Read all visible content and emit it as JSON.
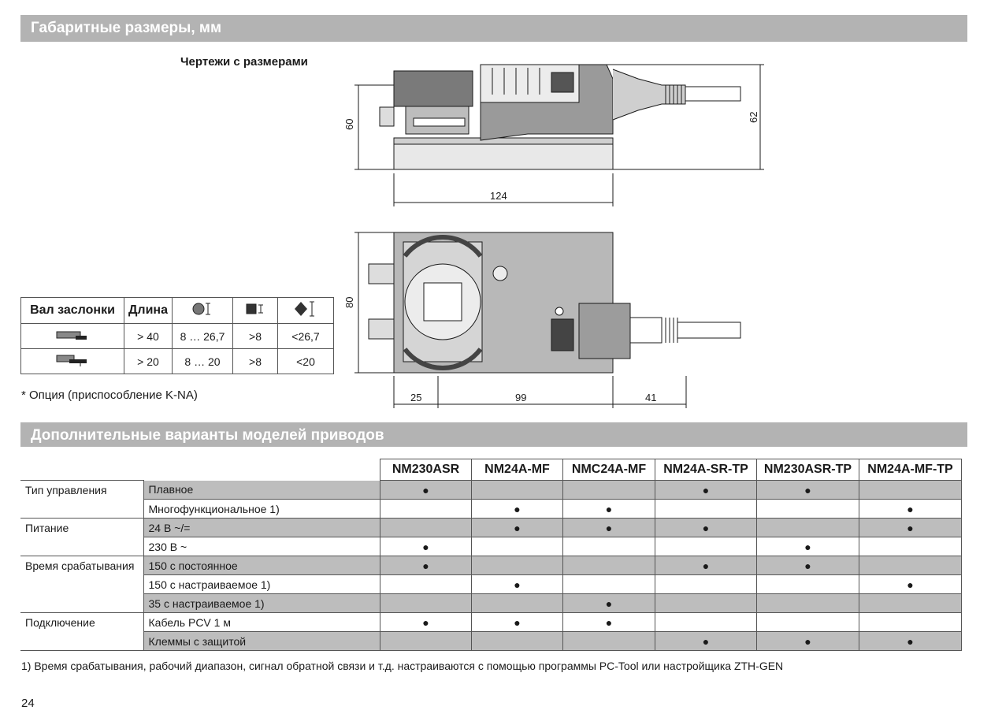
{
  "section1": {
    "title": "Габаритные размеры, мм",
    "subtitle": "Чертежи с размерами"
  },
  "drawing_top": {
    "dim_height_left": "60",
    "dim_height_right": "62",
    "dim_width": "124"
  },
  "drawing_bottom": {
    "dim_height": "80",
    "dim_left": "25",
    "dim_mid": "99",
    "dim_right": "41"
  },
  "shaft_table": {
    "headers": [
      "Вал заслонки",
      "Длина"
    ],
    "icons": [
      "round-shaft-icon",
      "square-shaft-icon",
      "diamond-shaft-icon"
    ],
    "rows": [
      {
        "length": "> 40",
        "round": "8 … 26,7",
        "square": ">8",
        "diamond": "<26,7"
      },
      {
        "length": "> 20",
        "round": "8 … 20",
        "square": ">8",
        "diamond": "<20"
      }
    ]
  },
  "option_note": "* Опция (приспособление K-NA)",
  "section2": {
    "title": "Дополнительные варианты моделей приводов"
  },
  "models": {
    "columns": [
      "NM230ASR",
      "NM24A-MF",
      "NMC24A-MF",
      "NM24A-SR-TP",
      "NM230ASR-TP",
      "NM24A-MF-TP"
    ],
    "rows": [
      {
        "category": "Тип управления",
        "option": "Плавное",
        "marks": [
          true,
          false,
          false,
          true,
          true,
          false
        ]
      },
      {
        "category": "",
        "option": "Многофункциональное  1)",
        "marks": [
          false,
          true,
          true,
          false,
          false,
          true
        ]
      },
      {
        "category": "Питание",
        "option": "24 В ~/=",
        "marks": [
          false,
          true,
          true,
          true,
          false,
          true
        ]
      },
      {
        "category": "",
        "option": "230 В ~",
        "marks": [
          true,
          false,
          false,
          false,
          true,
          false
        ]
      },
      {
        "category": "Время срабатывания",
        "option": "150 с  постоянное",
        "marks": [
          true,
          false,
          false,
          true,
          true,
          false
        ]
      },
      {
        "category": "",
        "option": "150 с настраиваемое 1)",
        "marks": [
          false,
          true,
          false,
          false,
          false,
          true
        ]
      },
      {
        "category": "",
        "option": "35 с настраиваемое 1)",
        "marks": [
          false,
          false,
          true,
          false,
          false,
          false
        ]
      },
      {
        "category": "Подключение",
        "option": "Кабель PCV 1 м",
        "marks": [
          true,
          true,
          true,
          false,
          false,
          false
        ]
      },
      {
        "category": "",
        "option": "Клеммы с защитой",
        "marks": [
          false,
          false,
          false,
          true,
          true,
          true
        ]
      }
    ],
    "mark_symbol": "●"
  },
  "footnote": "1) Время срабатывания, рабочий диапазон, сигнал обратной связи и т.д. настраиваются с помощью программы PC-Tool или настройщика ZTH-GEN",
  "page_number": "24"
}
